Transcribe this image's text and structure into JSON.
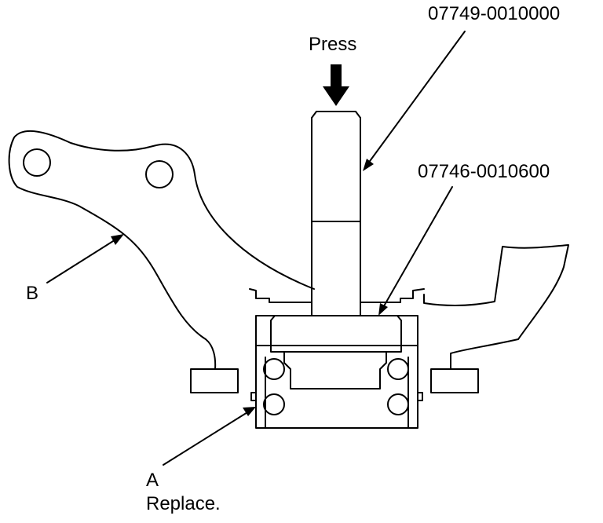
{
  "labels": {
    "press": "Press",
    "tool_upper": "07749-0010000",
    "tool_lower": "07746-0010600",
    "b": "B",
    "a": "A",
    "replace": "Replace."
  },
  "colors": {
    "line": "#000000",
    "background": "#ffffff"
  }
}
